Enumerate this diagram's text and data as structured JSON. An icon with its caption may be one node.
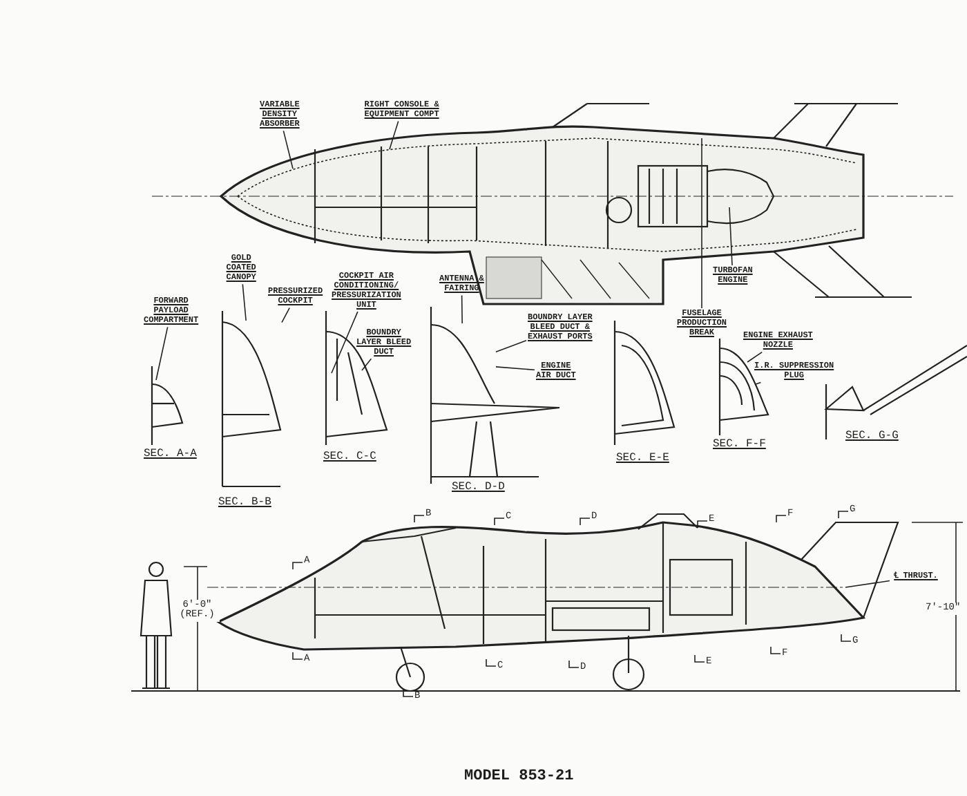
{
  "diagram": {
    "caption": "MODEL 853-21",
    "nodes": [
      {
        "text": [
          "VARIABLE DENSITY ABSORBER"
        ]
      },
      {
        "text": [
          "RIGHT CONSOLE & EQUIPMENT COMPT"
        ]
      },
      {
        "text": [
          "GOLD COATED CANOPY"
        ]
      },
      {
        "text": [
          "FORWARD PAYLOAD COMPARTMENT"
        ]
      },
      {
        "text": [
          "PRESSURIZED COCKPIT"
        ]
      },
      {
        "text": [
          "COCKPIT AIR CONDITIONING/ PRESSURIZATION UNIT"
        ]
      },
      {
        "text": [
          "ANTENNA & FAIRING"
        ]
      },
      {
        "text": [
          "BOUNDRY LAYER BLEED DUCT"
        ]
      },
      {
        "text": [
          "BOUNDRY LAYER BLEED DUCT & EXHAUST PORTS"
        ]
      },
      {
        "text": [
          "ENGINE AIR DUCT"
        ]
      },
      {
        "text": [
          "TURBOFAN ENGINE"
        ]
      },
      {
        "text": [
          "FUSELAGE PRODUCTION BREAK"
        ]
      },
      {
        "text": [
          "ENGINE EXHAUST NOZZLE"
        ]
      },
      {
        "text": [
          "I.R. SUPPRESSION PLUG"
        ]
      },
      {
        "text": [
          "℄ THRUST."
        ]
      },
      {
        "text": [],
        "shape": "picture"
      },
      {
        "text": [],
        "shape": "picture"
      }
    ],
    "edges": [
      {
        "from": 0,
        "to": null,
        "arrow": "none"
      },
      {
        "from": 1,
        "to": null,
        "arrow": "none"
      },
      {
        "from": 2,
        "to": 15,
        "arrow": "none"
      },
      {
        "from": 3,
        "to": null,
        "arrow": "none"
      },
      {
        "from": 4,
        "to": 15,
        "arrow": "none"
      },
      {
        "from": 5,
        "to": null,
        "arrow": "none"
      },
      {
        "from": 6,
        "to": 16,
        "arrow": "none"
      },
      {
        "from": 7,
        "to": null,
        "arrow": "none"
      },
      {
        "from": 8,
        "to": 16,
        "arrow": "none"
      },
      {
        "from": 9,
        "to": 16,
        "arrow": "none"
      },
      {
        "from": 10,
        "to": null,
        "arrow": "none"
      },
      {
        "from": 11,
        "to": null,
        "arrow": "none"
      },
      {
        "from": 12,
        "to": null,
        "arrow": "none"
      },
      {
        "from": 13,
        "to": null,
        "arrow": "none"
      },
      {
        "from": 14,
        "to": null,
        "arrow": "none"
      }
    ],
    "labels": [
      "SEC. A-A",
      "SEC. C-C",
      "SEC. E-E",
      "SEC. F-F",
      "SEC. G-G",
      "SEC. D-D",
      "SEC. B-B",
      "B",
      "C",
      "D",
      "E",
      "F",
      "G",
      "A",
      "6'-0\" (REF.)",
      "7'-10\"",
      "A",
      "G",
      "F",
      "E",
      "C",
      "D",
      "B"
    ]
  }
}
